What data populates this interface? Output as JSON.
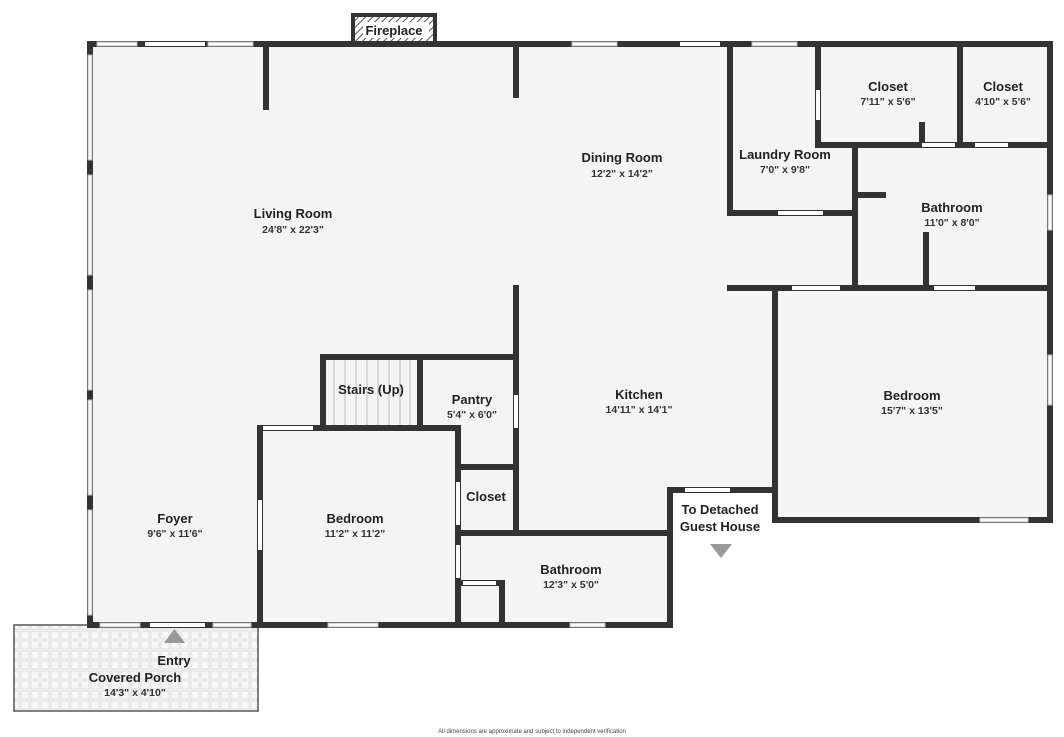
{
  "fireplace": "Fireplace",
  "rooms": {
    "living": {
      "name": "Living Room",
      "dims": "24'8\" x 22'3\""
    },
    "dining": {
      "name": "Dining Room",
      "dims": "12'2\" x 14'2\""
    },
    "laundry": {
      "name": "Laundry Room",
      "dims": "7'0\" x 9'8\""
    },
    "closet1": {
      "name": "Closet",
      "dims": "7'11\" x 5'6\""
    },
    "closet2": {
      "name": "Closet",
      "dims": "4'10\" x 5'6\""
    },
    "bath1": {
      "name": "Bathroom",
      "dims": "11'0\" x 8'0\""
    },
    "bedroom1": {
      "name": "Bedroom",
      "dims": "15'7\" x 13'5\""
    },
    "kitchen": {
      "name": "Kitchen",
      "dims": "14'11\" x 14'1\""
    },
    "stairs": {
      "name": "Stairs (Up)"
    },
    "pantry": {
      "name": "Pantry",
      "dims": "5'4\" x 6'0\""
    },
    "closet3": {
      "name": "Closet"
    },
    "foyer": {
      "name": "Foyer",
      "dims": "9'6\" x 11'6\""
    },
    "bedroom2": {
      "name": "Bedroom",
      "dims": "11'2\" x 11'2\""
    },
    "bath2": {
      "name": "Bathroom",
      "dims": "12'3\" x 5'0\""
    },
    "porch": {
      "name": "Covered Porch",
      "dims": "14'3\" x 4'10\""
    }
  },
  "labels": {
    "guest_line1": "To Detached",
    "guest_line2": "Guest House",
    "entry": "Entry"
  },
  "footer": "All dimensions are approximate and subject to independent verification",
  "colors": {
    "wall": "#333333",
    "floor": "#f4f4f4"
  }
}
